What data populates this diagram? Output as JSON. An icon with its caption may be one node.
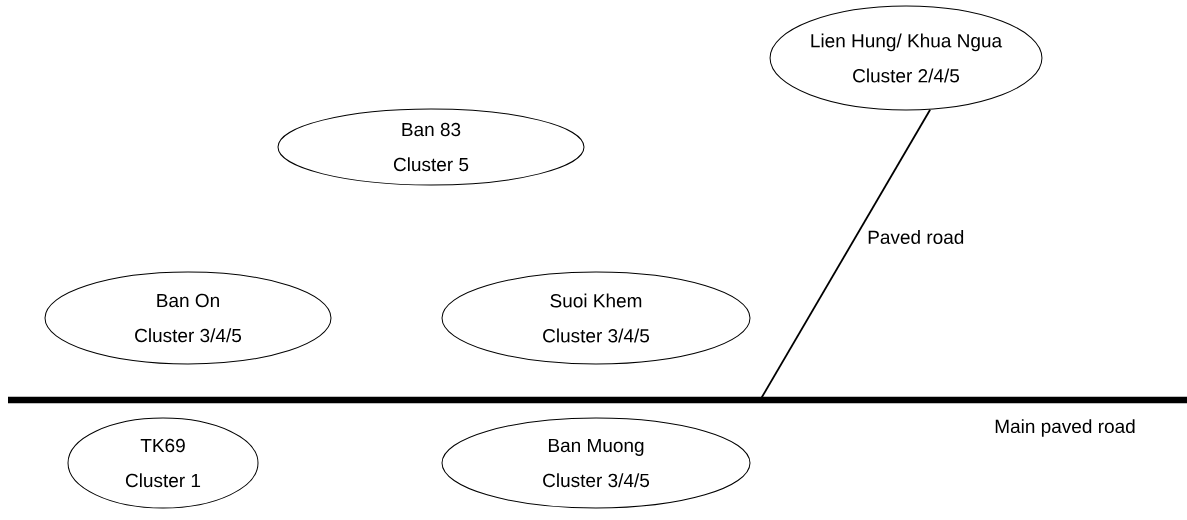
{
  "diagram": {
    "nodes": [
      {
        "text": [
          "Lien Hung/ Khua Ngua",
          "Cluster 2/4/5"
        ]
      },
      {
        "text": [
          "Ban 83",
          "Cluster 5"
        ]
      },
      {
        "text": [
          "Ban On",
          "Cluster 3/4/5"
        ]
      },
      {
        "text": [
          "Suoi Khem",
          "Cluster 3/4/5"
        ]
      },
      {
        "text": [
          "TK69",
          "Cluster 1"
        ]
      },
      {
        "text": [
          "Ban Muong",
          "Cluster 3/4/5"
        ]
      },
      {
        "text": [],
        "shape": "bar",
        "beside": [
          "Main paved road"
        ]
      }
    ],
    "edges": [
      {
        "from": 0,
        "to": 6,
        "arrow": "none",
        "label": "Paved road"
      }
    ]
  }
}
